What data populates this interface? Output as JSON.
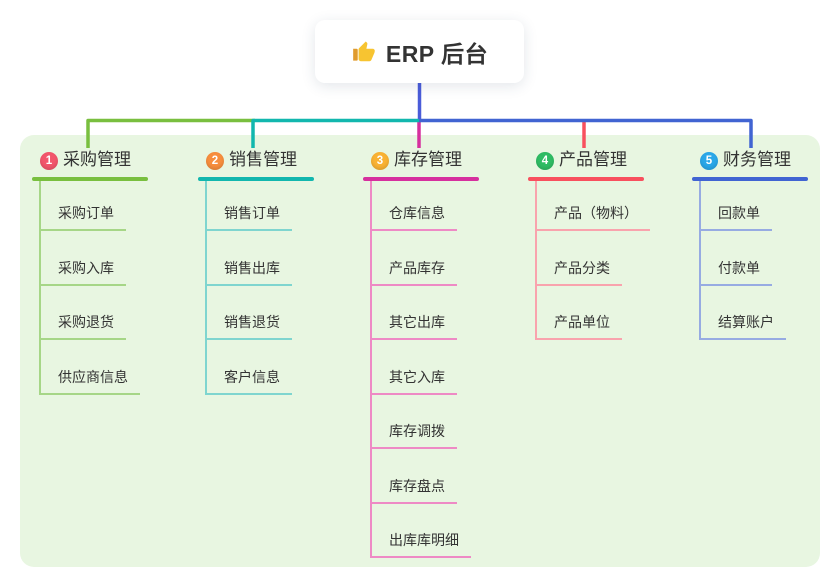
{
  "root": {
    "label": "ERP 后台",
    "icon": "thumbs-up"
  },
  "colors": {
    "stem": "#4a5cd9",
    "panel_bg": "#e8f6e1",
    "text": "#333333",
    "card_bg": "#ffffff",
    "thumb_yellow": "#f7c431",
    "thumb_dark": "#e09b2d"
  },
  "branches": [
    {
      "number": "1",
      "title": "采购管理",
      "badge_color": "#f2566b",
      "line_color": "#79bf3f",
      "light_color": "#a6d687",
      "items": [
        "采购订单",
        "采购入库",
        "采购退货",
        "供应商信息"
      ]
    },
    {
      "number": "2",
      "title": "销售管理",
      "badge_color": "#f78e3d",
      "line_color": "#12b7ae",
      "light_color": "#7fd5cf",
      "items": [
        "销售订单",
        "销售出库",
        "销售退货",
        "客户信息"
      ]
    },
    {
      "number": "3",
      "title": "库存管理",
      "badge_color": "#f9b233",
      "line_color": "#d6309e",
      "light_color": "#ee8ac5",
      "items": [
        "仓库信息",
        "产品库存",
        "其它出库",
        "其它入库",
        "库存调拨",
        "库存盘点",
        "出库库明细"
      ]
    },
    {
      "number": "4",
      "title": "产品管理",
      "badge_color": "#2fbc64",
      "line_color": "#f8505e",
      "light_color": "#f9a3ad",
      "items": [
        "产品（物料）",
        "产品分类",
        "产品单位"
      ]
    },
    {
      "number": "5",
      "title": "财务管理",
      "badge_color": "#2aa7e8",
      "line_color": "#4164d2",
      "light_color": "#97abe2",
      "items": [
        "回款单",
        "付款单",
        "结算账户"
      ]
    }
  ]
}
